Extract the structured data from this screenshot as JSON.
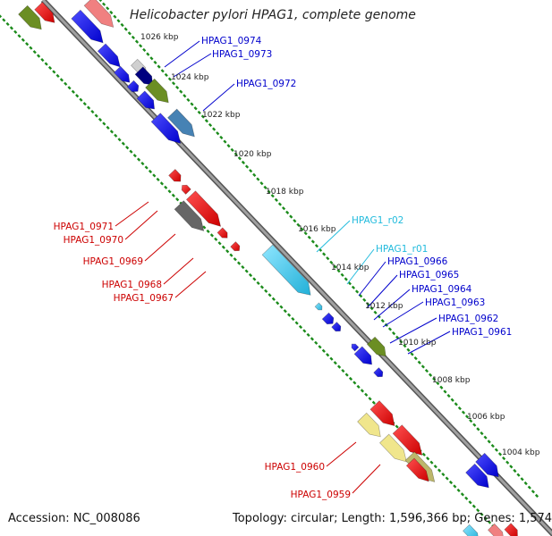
{
  "title": "Helicobacter pylori HPAG1, complete genome",
  "footer": {
    "accession": "Accession: NC_008086",
    "summary": "Topology: circular; Length: 1,596,366 bp; Genes: 1,574"
  },
  "colors": {
    "backbone": "#888888",
    "ticks": "#1a8a1a",
    "label_forward": "#0000cc",
    "label_reverse": "#cc0000",
    "label_rna": "#22bbdd",
    "cds_forward": "#0000ee",
    "cds_reverse": "#ee0000",
    "rna": "#33ccee",
    "olive": "#6b8e23",
    "steel": "#4682b4",
    "navy": "#000080",
    "gray": "#666666",
    "pink": "#f08080",
    "khaki": "#f0e68c",
    "darkkhaki": "#bdb76b"
  },
  "kbp_ticks": [
    "1026 kbp",
    "1024 kbp",
    "1022 kbp",
    "1020 kbp",
    "1018 kbp",
    "1016 kbp",
    "1014 kbp",
    "1012 kbp",
    "1010 kbp",
    "1008 kbp",
    "1006 kbp",
    "1004 kbp"
  ],
  "gene_labels_forward": [
    "HPAG1_0974",
    "HPAG1_0973",
    "HPAG1_0972",
    "HPAG1_0966",
    "HPAG1_0965",
    "HPAG1_0964",
    "HPAG1_0963",
    "HPAG1_0962",
    "HPAG1_0961"
  ],
  "gene_labels_rna": [
    "HPAG1_r02",
    "HPAG1_r01"
  ],
  "gene_labels_reverse": [
    "HPAG1_0971",
    "HPAG1_0970",
    "HPAG1_0969",
    "HPAG1_0968",
    "HPAG1_0967",
    "HPAG1_0960",
    "HPAG1_0959"
  ]
}
